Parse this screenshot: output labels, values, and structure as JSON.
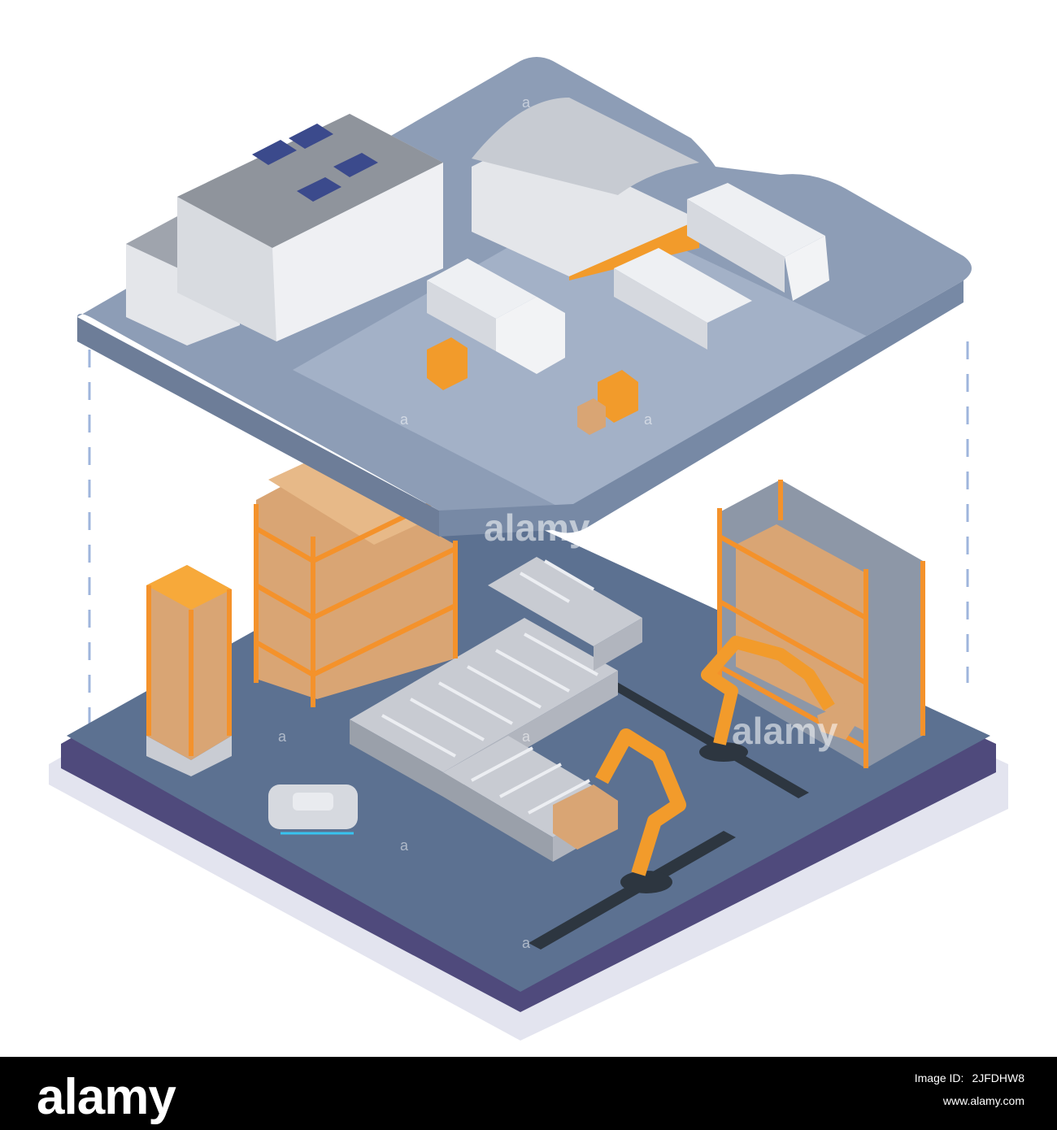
{
  "watermark": {
    "brand": "alamy",
    "mark": "a"
  },
  "footer": {
    "logo": "alamy",
    "image_id_label": "Image ID:",
    "image_id": "2JFDHW8",
    "url": "www.alamy.com"
  },
  "colors": {
    "upper_platform": "#8d9db6",
    "upper_platform_inner": "#a3b1c7",
    "lower_floor": "#5c7191",
    "lower_base": "#4f4a7c",
    "accent_orange": "#f29b2b",
    "rack_orange": "#f4922b",
    "box": "#d9a574",
    "building_white": "#e4e6ea",
    "footer_bg": "#000000"
  },
  "icons": [
    "truck-icon",
    "forklift-icon",
    "robot-arm-icon",
    "agv-robot-icon",
    "conveyor-icon",
    "shelf-rack-icon",
    "solar-panel-icon"
  ]
}
